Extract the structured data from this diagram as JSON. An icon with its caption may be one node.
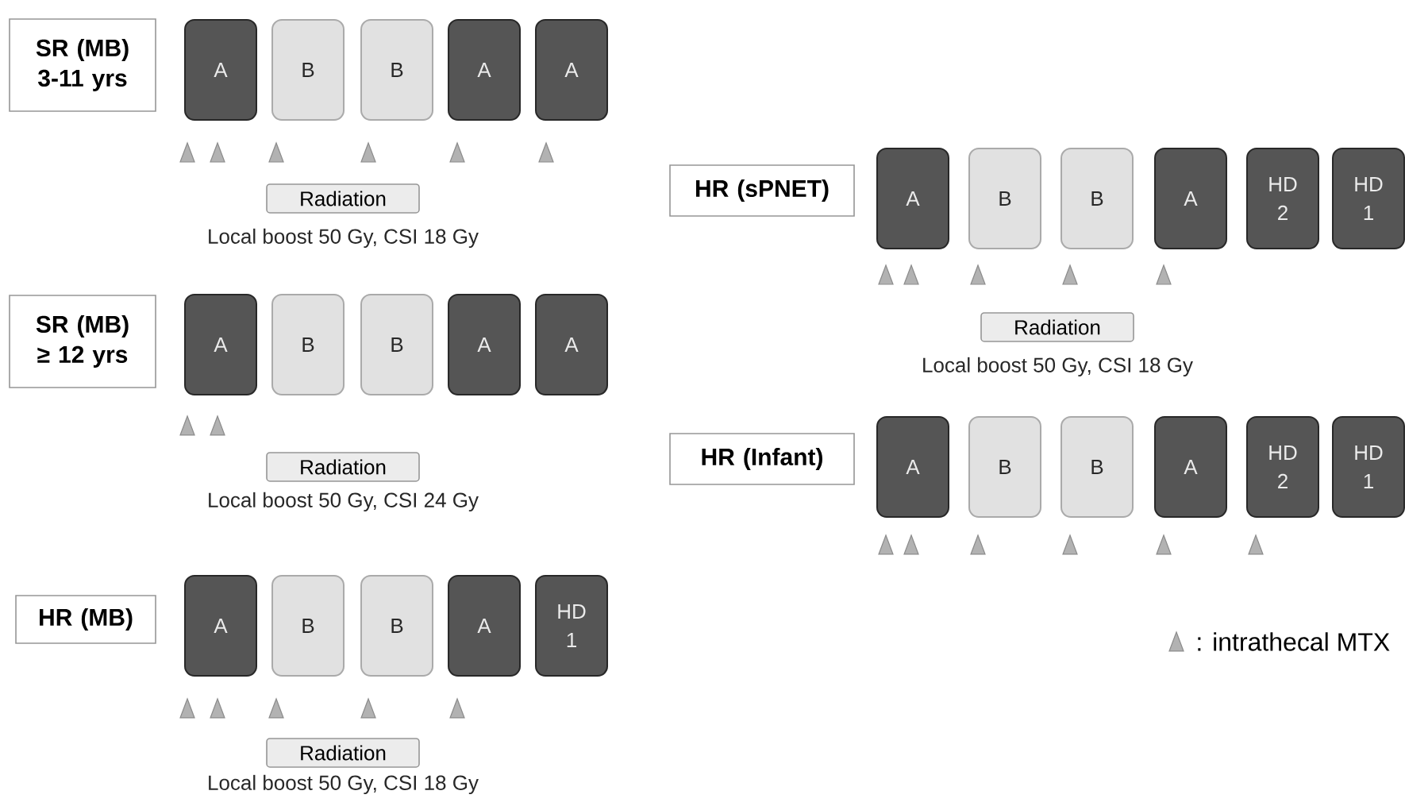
{
  "diagram": {
    "nodes": [
      {
        "text": [
          "SR (MB) 3-11 yrs"
        ]
      },
      {
        "text": [
          "A"
        ]
      },
      {
        "text": [
          "B"
        ]
      },
      {
        "text": [
          "B"
        ]
      },
      {
        "text": [
          "A"
        ]
      },
      {
        "text": [
          "A"
        ]
      },
      {
        "text": [
          "Radiation"
        ],
        "beside": [
          "Local boost 50 Gy, CSI 18 Gy"
        ]
      },
      {
        "text": [
          "SR (MB) ≥ 12 yrs"
        ]
      },
      {
        "text": [
          "A"
        ]
      },
      {
        "text": [
          "B"
        ]
      },
      {
        "text": [
          "B"
        ]
      },
      {
        "text": [
          "A"
        ]
      },
      {
        "text": [
          "A"
        ]
      },
      {
        "text": [
          "Radiation"
        ],
        "beside": [
          "Local boost 50 Gy, CSI 24 Gy"
        ]
      },
      {
        "text": [
          "HR (MB)"
        ]
      },
      {
        "text": [
          "A"
        ]
      },
      {
        "text": [
          "B"
        ]
      },
      {
        "text": [
          "B"
        ]
      },
      {
        "text": [
          "A"
        ]
      },
      {
        "text": [
          "HD 1"
        ]
      },
      {
        "text": [
          "Radiation"
        ],
        "beside": [
          "Local boost 50 Gy, CSI 18 Gy"
        ]
      },
      {
        "text": [
          "HR (sPNET)"
        ]
      },
      {
        "text": [
          "A"
        ]
      },
      {
        "text": [
          "B"
        ]
      },
      {
        "text": [
          "B"
        ]
      },
      {
        "text": [
          "A"
        ]
      },
      {
        "text": [
          "HD 2"
        ]
      },
      {
        "text": [
          "HD 1"
        ]
      },
      {
        "text": [
          "Radiation"
        ],
        "beside": [
          "Local boost 50 Gy, CSI 18 Gy"
        ]
      },
      {
        "text": [
          "HR (Infant)"
        ]
      },
      {
        "text": [
          "A"
        ]
      },
      {
        "text": [
          "B"
        ]
      },
      {
        "text": [
          "B"
        ]
      },
      {
        "text": [
          "A"
        ]
      },
      {
        "text": [
          "HD 2"
        ]
      },
      {
        "text": [
          "HD 1"
        ]
      }
    ],
    "legend": [
      {
        "text": ": intrathecal MTX"
      }
    ]
  }
}
